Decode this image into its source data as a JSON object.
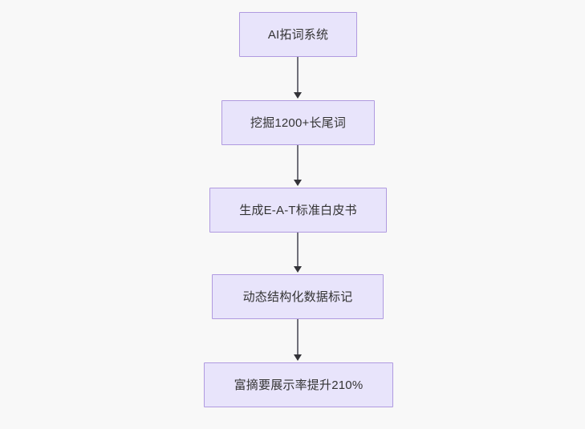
{
  "diagram": {
    "type": "flowchart",
    "direction": "top-to-bottom",
    "background_color": "#f8f8f8",
    "node_fill_color": "#e8e4fb",
    "node_border_color": "#b09ae0",
    "node_text_color": "#333333",
    "edge_color": "#70707a",
    "arrowhead_color": "#333338",
    "nodes": [
      {
        "id": "n1",
        "label": "AI拓词系统"
      },
      {
        "id": "n2",
        "label": "挖掘1200+长尾词"
      },
      {
        "id": "n3",
        "label": "生成E-A-T标准白皮书"
      },
      {
        "id": "n4",
        "label": "动态结构化数据标记"
      },
      {
        "id": "n5",
        "label": "富摘要展示率提升210%"
      }
    ],
    "edges": [
      {
        "id": "e1",
        "from": "n1",
        "to": "n2",
        "label": ""
      },
      {
        "id": "e2",
        "from": "n2",
        "to": "n3",
        "label": ""
      },
      {
        "id": "e3",
        "from": "n3",
        "to": "n4",
        "label": ""
      },
      {
        "id": "e4",
        "from": "n4",
        "to": "n5",
        "label": ""
      }
    ]
  }
}
